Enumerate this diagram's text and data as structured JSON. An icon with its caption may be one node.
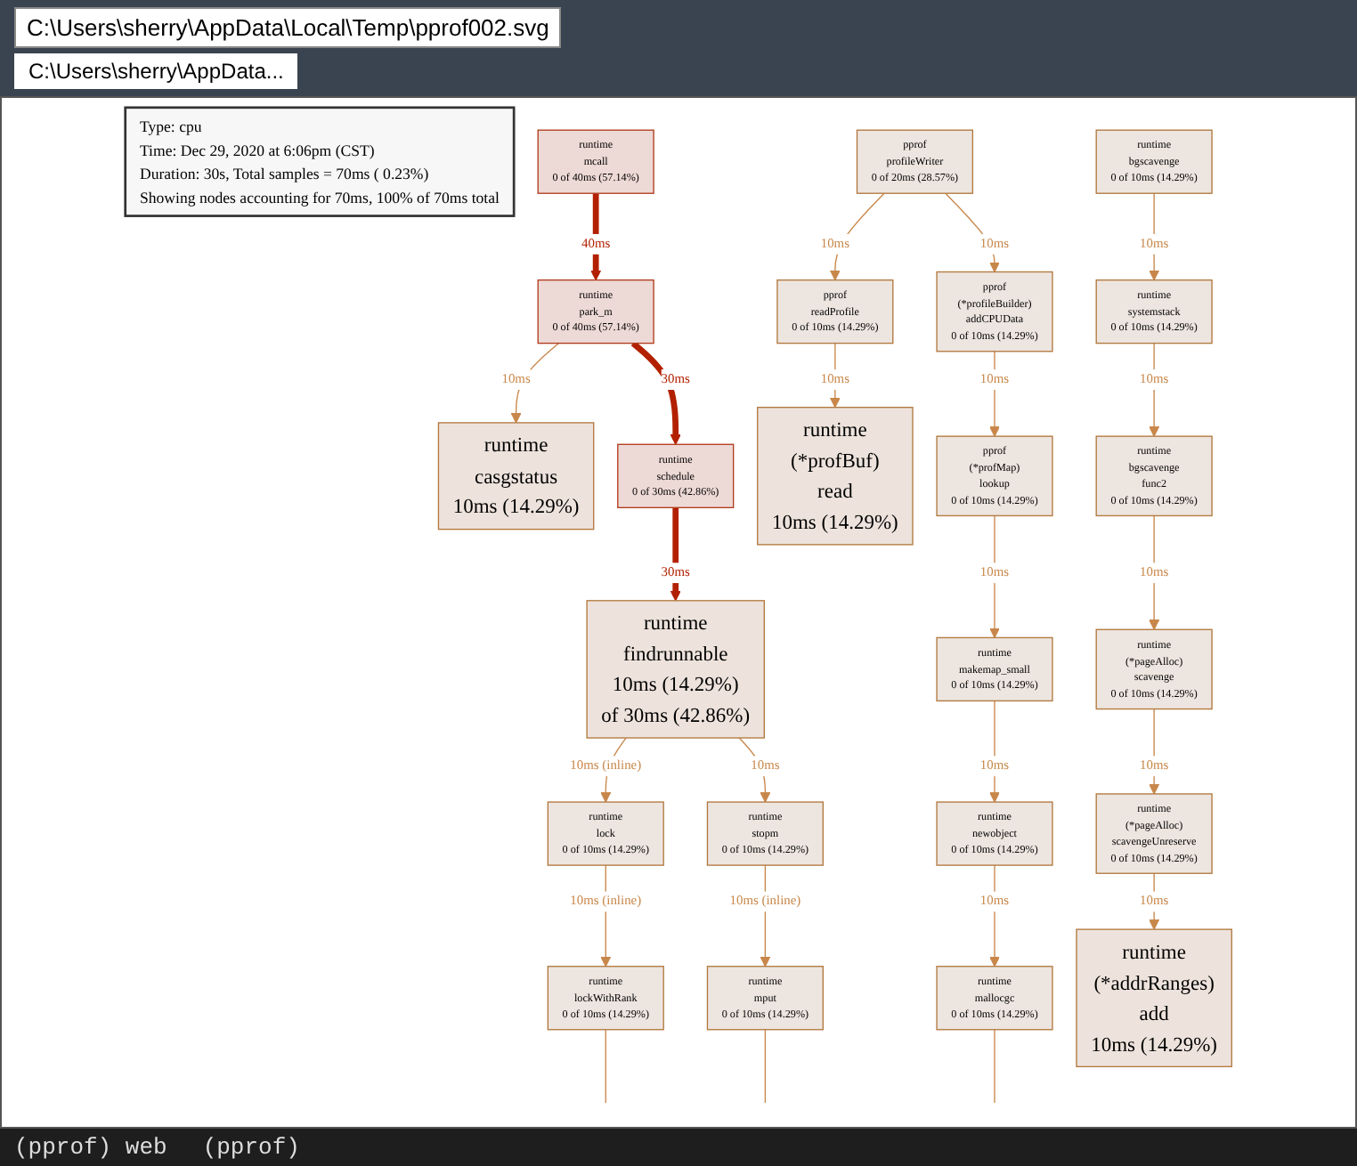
{
  "diagram": {
    "nodes": [
      {
        "text": [
          "Type: cpu",
          "Time: Dec 29, 2020 at 6:06pm (CST)",
          "Duration: 30s, Total samples = 70ms ( 0.23%)",
          "Showing nodes accounting for 70ms, 100% of 70ms total"
        ]
      },
      {
        "text": [
          "runtime",
          "mcall",
          "0 of 40ms (57.14%)"
        ]
      },
      {
        "text": [
          "runtime",
          "park_m",
          "0 of 40ms (57.14%)"
        ]
      },
      {
        "text": [
          "runtime",
          "casgstatus",
          "10ms (14.29%)"
        ]
      },
      {
        "text": [
          "runtime",
          "schedule",
          "0 of 30ms (42.86%)"
        ]
      },
      {
        "text": [
          "runtime",
          "findrunnable",
          "10ms (14.29%)",
          "of 30ms (42.86%)"
        ]
      },
      {
        "text": [
          "runtime",
          "lock",
          "0 of 10ms (14.29%)"
        ]
      },
      {
        "text": [
          "runtime",
          "stopm",
          "0 of 10ms (14.29%)"
        ]
      },
      {
        "text": [
          "runtime",
          "lockWithRank",
          "0 of 10ms (14.29%)"
        ]
      },
      {
        "text": [
          "runtime",
          "mput",
          "0 of 10ms (14.29%)"
        ]
      },
      {
        "text": [
          "pprof",
          "profileWriter",
          "0 of 20ms (28.57%)"
        ]
      },
      {
        "text": [
          "pprof",
          "(*profileBuilder)",
          "addCPUData",
          "0 of 10ms (14.29%)"
        ]
      },
      {
        "text": [
          "pprof",
          "readProfile",
          "0 of 10ms (14.29%)"
        ]
      },
      {
        "text": [
          "runtime",
          "(*profBuf)",
          "read",
          "10ms (14.29%)"
        ]
      },
      {
        "text": [
          "pprof",
          "(*profMap)",
          "lookup",
          "0 of 10ms (14.29%)"
        ]
      },
      {
        "text": [
          "runtime",
          "makemap_small",
          "0 of 10ms (14.29%)"
        ]
      },
      {
        "text": [
          "runtime",
          "newobject",
          "0 of 10ms (14.29%)"
        ]
      },
      {
        "text": [
          "runtime",
          "mallocgc",
          "0 of 10ms (14.29%)"
        ]
      },
      {
        "text": [
          "runtime",
          "bgscavenge",
          "0 of 10ms (14.29%)"
        ]
      },
      {
        "text": [
          "runtime",
          "systemstack",
          "0 of 10ms (14.29%)"
        ]
      },
      {
        "text": [
          "runtime",
          "bgscavenge",
          "func2",
          "0 of 10ms (14.29%)"
        ]
      },
      {
        "text": [
          "runtime",
          "(*pageAlloc)",
          "scavenge",
          "0 of 10ms (14.29%)"
        ]
      },
      {
        "text": [
          "runtime",
          "(*pageAlloc)",
          "scavengeUnreserve",
          "0 of 10ms (14.29%)"
        ]
      },
      {
        "text": [
          "runtime",
          "(*addrRanges)",
          "add",
          "10ms (14.29%)"
        ]
      }
    ],
    "edges": [
      {
        "from": 1,
        "to": 2,
        "arrow": "to",
        "label": "40ms",
        "style": "thick",
        "color": "#b22000"
      },
      {
        "from": 2,
        "to": 3,
        "arrow": "to",
        "label": "10ms"
      },
      {
        "from": 2,
        "to": 4,
        "arrow": "to",
        "label": "30ms",
        "style": "thick",
        "color": "#b22000"
      },
      {
        "from": 4,
        "to": 5,
        "arrow": "to",
        "label": "30ms",
        "style": "thick",
        "color": "#b22000"
      },
      {
        "from": 5,
        "to": 6,
        "arrow": "to",
        "label": "10ms (inline)"
      },
      {
        "from": 5,
        "to": 7,
        "arrow": "to",
        "label": "10ms"
      },
      {
        "from": 6,
        "to": 8,
        "arrow": "to",
        "label": "10ms (inline)"
      },
      {
        "from": 7,
        "to": 9,
        "arrow": "to",
        "label": "10ms (inline)"
      },
      {
        "from": 8,
        "to": null,
        "arrow": "none"
      },
      {
        "from": 9,
        "to": null,
        "arrow": "none"
      },
      {
        "from": 10,
        "to": 11,
        "arrow": "to",
        "label": "10ms"
      },
      {
        "from": 10,
        "to": 12,
        "arrow": "to",
        "label": "10ms"
      },
      {
        "from": 11,
        "to": 14,
        "arrow": "to",
        "label": "10ms"
      },
      {
        "from": 12,
        "to": 13,
        "arrow": "to",
        "label": "10ms"
      },
      {
        "from": 14,
        "to": 15,
        "arrow": "to",
        "label": "10ms"
      },
      {
        "from": 15,
        "to": 16,
        "arrow": "to",
        "label": "10ms"
      },
      {
        "from": 16,
        "to": 17,
        "arrow": "to",
        "label": "10ms"
      },
      {
        "from": 17,
        "to": null,
        "arrow": "none"
      },
      {
        "from": 18,
        "to": 19,
        "arrow": "to",
        "label": "10ms"
      },
      {
        "from": 19,
        "to": 20,
        "arrow": "to",
        "label": "10ms"
      },
      {
        "from": 20,
        "to": 21,
        "arrow": "to",
        "label": "10ms"
      },
      {
        "from": 21,
        "to": 22,
        "arrow": "to",
        "label": "10ms"
      },
      {
        "from": 22,
        "to": 23,
        "arrow": "to",
        "label": "10ms"
      }
    ],
    "labels": [
      "C:\\Users\\sherry\\AppData\\Local\\Temp\\pprof002.svg",
      "C:\\Users\\sherry\\AppData...",
      "(pprof) web",
      "(pprof)"
    ]
  }
}
